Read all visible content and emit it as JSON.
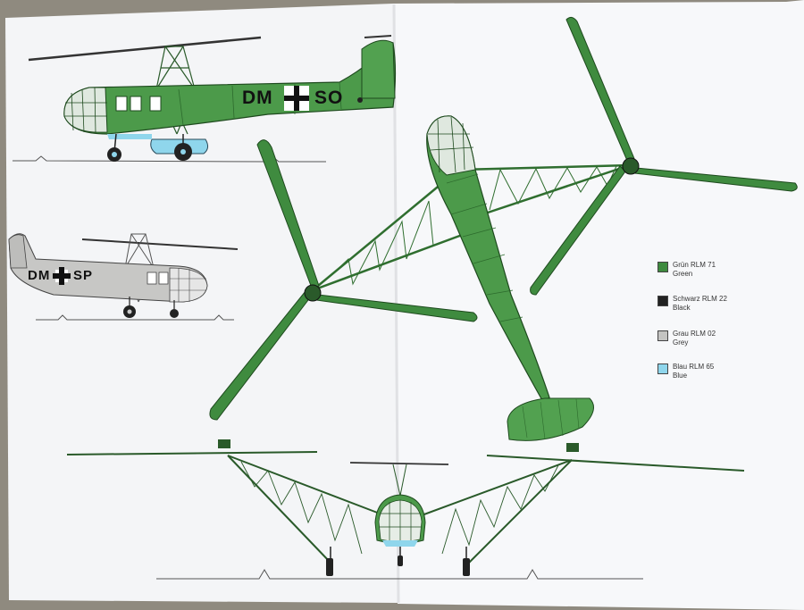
{
  "colors": {
    "paper": "#f5f6f8",
    "green": "#3f8b3f",
    "dark_green": "#1f4d1f",
    "grey": "#c4c4c2",
    "blue": "#8fd6ec",
    "black": "#222222"
  },
  "registrations": {
    "green_profile": {
      "left": "DM",
      "right": "SO"
    },
    "grey_profile": {
      "left": "DM",
      "right": "SP"
    }
  },
  "legend": [
    {
      "name": "Grün RLM 71",
      "english": "Green",
      "color": "#3f8b3f"
    },
    {
      "name": "Schwarz RLM 22",
      "english": "Black",
      "color": "#222222"
    },
    {
      "name": "Grau RLM 02",
      "english": "Grey",
      "color": "#c4c4c2"
    },
    {
      "name": "Blau RLM 65",
      "english": "Blue",
      "color": "#8fd6ec"
    }
  ]
}
